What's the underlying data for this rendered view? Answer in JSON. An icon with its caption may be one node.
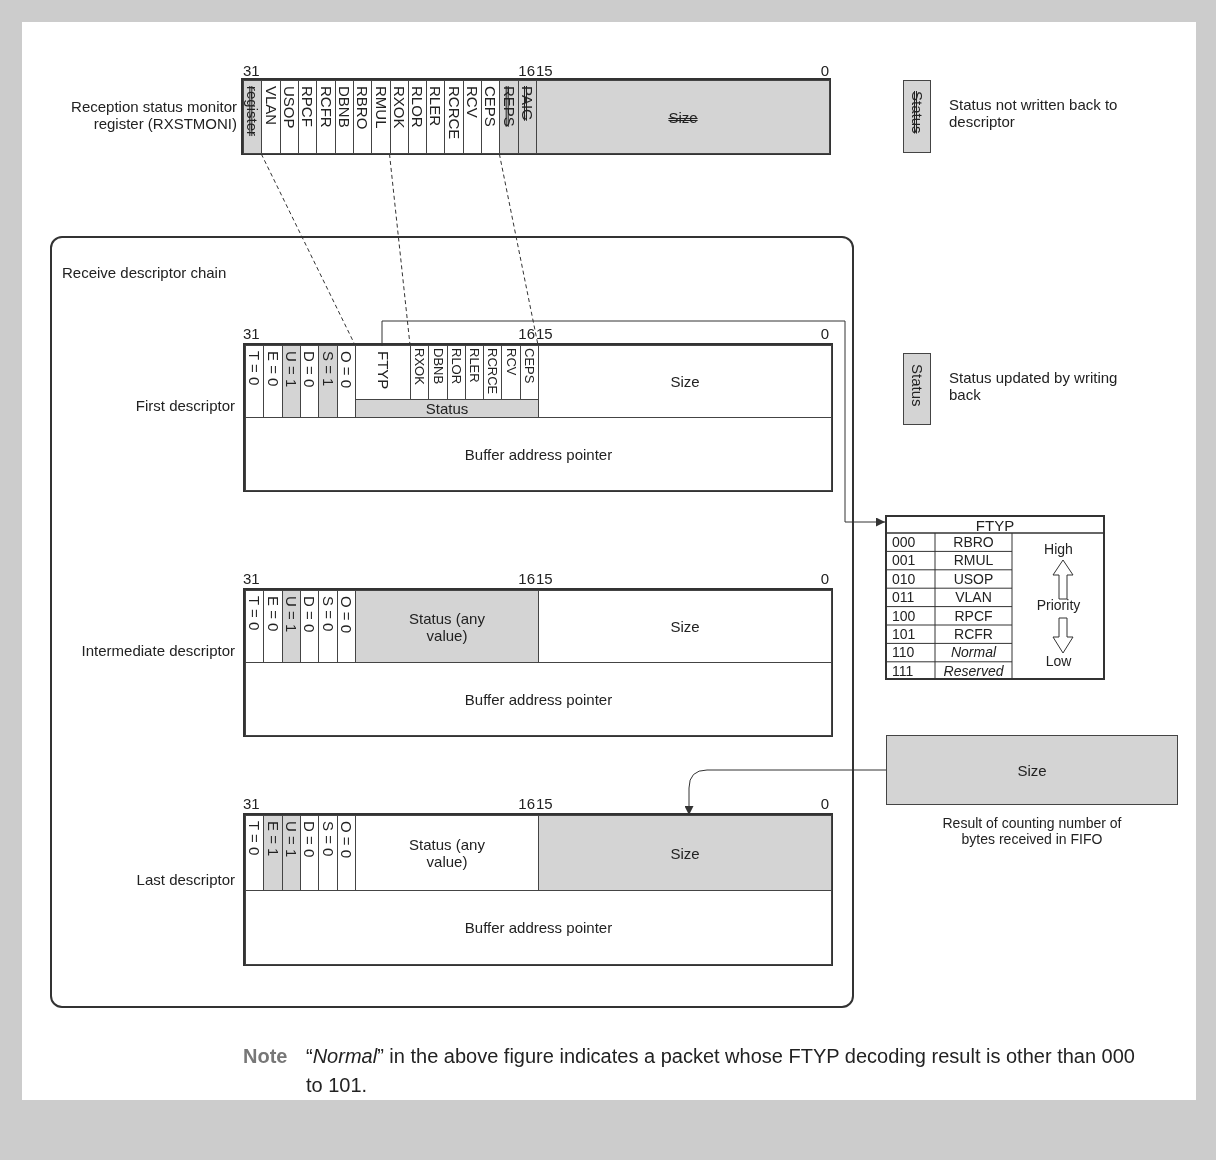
{
  "diagram": {
    "nodes": [
      {
        "text": [
          "Reception status monitor register (RXSTMONI)"
        ]
      },
      {
        "text": [
          "register"
        ],
        "in": 0
      },
      {
        "text": [
          "VLAN"
        ],
        "in": 0
      },
      {
        "text": [
          "USOP"
        ],
        "in": 0
      },
      {
        "text": [
          "RPCF"
        ],
        "in": 0
      },
      {
        "text": [
          "RCFR"
        ],
        "in": 0
      },
      {
        "text": [
          "DBNB"
        ],
        "in": 0
      },
      {
        "text": [
          "RBRO"
        ],
        "in": 0
      },
      {
        "text": [
          "RMUL"
        ],
        "in": 0
      },
      {
        "text": [
          "RXOK"
        ],
        "in": 0
      },
      {
        "text": [
          "RLOR"
        ],
        "in": 0
      },
      {
        "text": [
          "RLER"
        ],
        "in": 0
      },
      {
        "text": [
          "RCRCE"
        ],
        "in": 0
      },
      {
        "text": [
          "RCV"
        ],
        "in": 0
      },
      {
        "text": [
          "CEPS"
        ],
        "in": 0
      },
      {
        "text": [
          "REPS"
        ],
        "in": 0
      },
      {
        "text": [
          "PAIG"
        ],
        "in": 0
      },
      {
        "text": [
          "Size"
        ],
        "in": 0
      },
      {
        "text": [
          "Status"
        ],
        "beside": [
          "Status not written back to descriptor"
        ]
      },
      {
        "text": [
          "Receive descriptor chain"
        ]
      },
      {
        "text": [
          "First descriptor"
        ],
        "in": 19
      },
      {
        "text": [
          "T = 0"
        ],
        "in": 20
      },
      {
        "text": [
          "E = 0"
        ],
        "in": 20
      },
      {
        "text": [
          "U = 1"
        ],
        "in": 20
      },
      {
        "text": [
          "D = 0"
        ],
        "in": 20
      },
      {
        "text": [
          "S = 1"
        ],
        "in": 20
      },
      {
        "text": [
          "O = 0"
        ],
        "in": 20
      },
      {
        "text": [
          "FTYP"
        ],
        "in": 20
      },
      {
        "text": [
          "RXOK"
        ],
        "in": 20
      },
      {
        "text": [
          "DBNB"
        ],
        "in": 20
      },
      {
        "text": [
          "RLOR"
        ],
        "in": 20
      },
      {
        "text": [
          "RLER"
        ],
        "in": 20
      },
      {
        "text": [
          "RCRCE"
        ],
        "in": 20
      },
      {
        "text": [
          "RCV"
        ],
        "in": 20
      },
      {
        "text": [
          "CEPS"
        ],
        "in": 20
      },
      {
        "text": [
          "Size"
        ],
        "in": 20
      },
      {
        "text": [
          "Status"
        ],
        "in": 20
      },
      {
        "text": [
          "Buffer address pointer"
        ],
        "in": 20
      },
      {
        "text": [
          "Status"
        ],
        "beside": [
          "Status updated by writing back"
        ]
      },
      {
        "text": [
          "FTYP"
        ]
      },
      {
        "text": [
          "Intermediate descriptor"
        ],
        "in": 19
      },
      {
        "text": [
          "T = 0"
        ],
        "in": 40
      },
      {
        "text": [
          "E = 0"
        ],
        "in": 40
      },
      {
        "text": [
          "U = 1"
        ],
        "in": 40
      },
      {
        "text": [
          "D = 0"
        ],
        "in": 40
      },
      {
        "text": [
          "S = 0"
        ],
        "in": 40
      },
      {
        "text": [
          "O = 0"
        ],
        "in": 40
      },
      {
        "text": [
          "Status (any value)"
        ],
        "in": 40
      },
      {
        "text": [
          "Size"
        ],
        "in": 40
      },
      {
        "text": [
          "Buffer address pointer"
        ],
        "in": 40
      },
      {
        "text": [
          "Size"
        ],
        "beside": [
          "Result of counting number of bytes received in FIFO"
        ]
      },
      {
        "text": [
          "Last descriptor"
        ],
        "in": 19
      },
      {
        "text": [
          "T = 0"
        ],
        "in": 51
      },
      {
        "text": [
          "E = 1"
        ],
        "in": 51
      },
      {
        "text": [
          "U = 1"
        ],
        "in": 51
      },
      {
        "text": [
          "D = 0"
        ],
        "in": 51
      },
      {
        "text": [
          "S = 0"
        ],
        "in": 51
      },
      {
        "text": [
          "O = 0"
        ],
        "in": 51
      },
      {
        "text": [
          "Status (any value)"
        ],
        "in": 51
      },
      {
        "text": [
          "Size"
        ],
        "in": 51
      },
      {
        "text": [
          "Buffer address pointer"
        ],
        "in": 51
      }
    ],
    "edges": [
      {
        "from": 2,
        "to": 27,
        "arrow": "none",
        "style": "dashed"
      },
      {
        "from": 9,
        "to": 28,
        "arrow": "none",
        "style": "dashed"
      },
      {
        "from": 14,
        "to": 34,
        "arrow": "none",
        "style": "dashed"
      },
      {
        "from": 27,
        "to": 39,
        "arrow": "to"
      },
      {
        "from": 50,
        "to": 59,
        "arrow": "to"
      }
    ],
    "labels": [
      "31",
      "16",
      "15",
      "0",
      "31",
      "16",
      "15",
      "0",
      "000",
      "RBRO",
      "High",
      "001",
      "RMUL",
      "010",
      "USOP",
      "011",
      "VLAN",
      "Priority",
      "100",
      "RPCF",
      "101",
      "RCFR",
      "110",
      "Normal",
      "111",
      "Reserved",
      "Low",
      "31",
      "16",
      "15",
      "0",
      "31",
      "16",
      "15",
      "0",
      "Note",
      "“*Normal*” in the above figure indicates a packet whose FTYP decoding result is other than 000 to 101."
    ]
  }
}
